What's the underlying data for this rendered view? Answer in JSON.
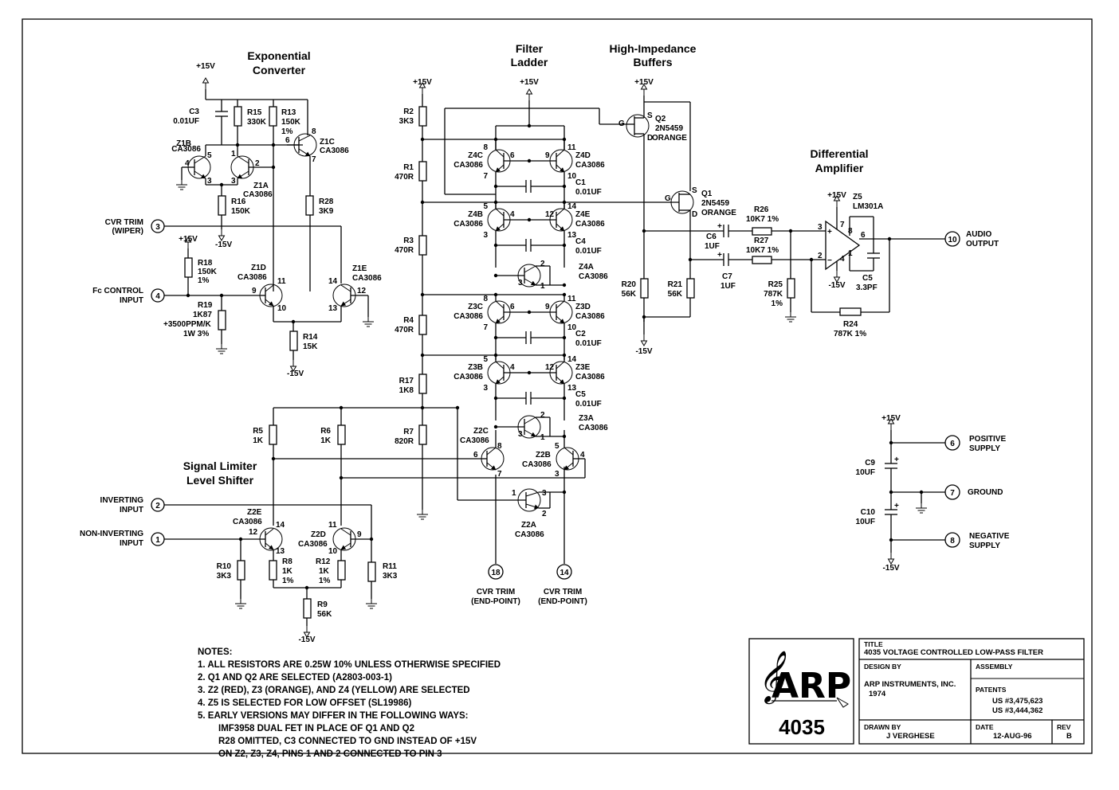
{
  "sections": {
    "exp_converter": [
      "Exponential",
      "Converter"
    ],
    "filter_ladder": [
      "Filter",
      "Ladder"
    ],
    "buffers": [
      "High-Impedance",
      "Buffers"
    ],
    "diff_amp": [
      "Differential",
      "Amplifier"
    ],
    "limiter": [
      "Signal Limiter",
      "Level Shifter"
    ]
  },
  "rails": {
    "pos": "+15V",
    "neg": "-15V"
  },
  "ports": [
    {
      "num": "3",
      "label": [
        "CVR TRIM",
        "(WIPER)"
      ]
    },
    {
      "num": "4",
      "label": [
        "Fc CONTROL",
        "INPUT"
      ]
    },
    {
      "num": "2",
      "label": [
        "INVERTING",
        "INPUT"
      ]
    },
    {
      "num": "1",
      "label": [
        "NON-INVERTING",
        "INPUT"
      ]
    },
    {
      "num": "18",
      "label": [
        "CVR TRIM",
        "(END-POINT)"
      ]
    },
    {
      "num": "14",
      "label": [
        "CVR TRIM",
        "(END-POINT)"
      ]
    },
    {
      "num": "10",
      "label": [
        "AUDIO",
        "OUTPUT"
      ]
    },
    {
      "num": "6",
      "label": [
        "POSITIVE",
        "SUPPLY"
      ]
    },
    {
      "num": "7",
      "label": [
        "GROUND"
      ]
    },
    {
      "num": "8",
      "label": [
        "NEGATIVE",
        "SUPPLY"
      ]
    }
  ],
  "transistors": [
    {
      "ref": "Z1B",
      "part": "CA3086"
    },
    {
      "ref": "Z1A",
      "part": "CA3086"
    },
    {
      "ref": "Z1C",
      "part": "CA3086"
    },
    {
      "ref": "Z1D",
      "part": "CA3086"
    },
    {
      "ref": "Z1E",
      "part": "CA3086"
    },
    {
      "ref": "Z4C",
      "part": "CA3086"
    },
    {
      "ref": "Z4D",
      "part": "CA3086"
    },
    {
      "ref": "Z4B",
      "part": "CA3086"
    },
    {
      "ref": "Z4E",
      "part": "CA3086"
    },
    {
      "ref": "Z4A",
      "part": "CA3086"
    },
    {
      "ref": "Z3C",
      "part": "CA3086"
    },
    {
      "ref": "Z3D",
      "part": "CA3086"
    },
    {
      "ref": "Z3B",
      "part": "CA3086"
    },
    {
      "ref": "Z3E",
      "part": "CA3086"
    },
    {
      "ref": "Z3A",
      "part": "CA3086"
    },
    {
      "ref": "Z2C",
      "part": "CA3086"
    },
    {
      "ref": "Z2B",
      "part": "CA3086"
    },
    {
      "ref": "Z2A",
      "part": "CA3086"
    },
    {
      "ref": "Z2E",
      "part": "CA3086"
    },
    {
      "ref": "Z2D",
      "part": "CA3086"
    },
    {
      "ref": "Q2",
      "part": "2N5459",
      "note": "ORANGE"
    },
    {
      "ref": "Q1",
      "part": "2N5459",
      "note": "ORANGE"
    },
    {
      "ref": "Z5",
      "part": "LM301A"
    }
  ],
  "resistors": [
    {
      "ref": "R15",
      "val": "330K"
    },
    {
      "ref": "R13",
      "val": "150K",
      "tol": "1%"
    },
    {
      "ref": "R16",
      "val": "150K"
    },
    {
      "ref": "R28",
      "val": "3K9"
    },
    {
      "ref": "R18",
      "val": "150K",
      "tol": "1%"
    },
    {
      "ref": "R19",
      "val": "1K87",
      "extra": [
        "+3500PPM/K",
        "1W  3%"
      ]
    },
    {
      "ref": "R14",
      "val": "15K"
    },
    {
      "ref": "R2",
      "val": "3K3"
    },
    {
      "ref": "R1",
      "val": "470R"
    },
    {
      "ref": "R3",
      "val": "470R"
    },
    {
      "ref": "R4",
      "val": "470R"
    },
    {
      "ref": "R17",
      "val": "1K8"
    },
    {
      "ref": "R7",
      "val": "820R"
    },
    {
      "ref": "R5",
      "val": "1K"
    },
    {
      "ref": "R6",
      "val": "1K"
    },
    {
      "ref": "R10",
      "val": "3K3"
    },
    {
      "ref": "R8",
      "val": "1K",
      "tol": "1%"
    },
    {
      "ref": "R12",
      "val": "1K",
      "tol": "1%"
    },
    {
      "ref": "R11",
      "val": "3K3"
    },
    {
      "ref": "R9",
      "val": "56K"
    },
    {
      "ref": "R20",
      "val": "56K"
    },
    {
      "ref": "R21",
      "val": "56K"
    },
    {
      "ref": "R26",
      "val": "10K7 1%"
    },
    {
      "ref": "R27",
      "val": "10K7 1%"
    },
    {
      "ref": "R25",
      "val": "787K",
      "tol": "1%"
    },
    {
      "ref": "R24",
      "val": "787K 1%"
    }
  ],
  "capacitors": [
    {
      "ref": "C3",
      "val": "0.01UF"
    },
    {
      "ref": "C1",
      "val": "0.01UF"
    },
    {
      "ref": "C4",
      "val": "0.01UF"
    },
    {
      "ref": "C2",
      "val": "0.01UF"
    },
    {
      "ref": "C5",
      "val": "0.01UF"
    },
    {
      "ref": "C6",
      "val": "1UF"
    },
    {
      "ref": "C7",
      "val": "1UF"
    },
    {
      "ref": "C5",
      "val": "3.3PF"
    },
    {
      "ref": "C9",
      "val": "10UF"
    },
    {
      "ref": "C10",
      "val": "10UF"
    }
  ],
  "notes": {
    "heading": "NOTES:",
    "lines": [
      "1. ALL RESISTORS ARE 0.25W 10% UNLESS OTHERWISE SPECIFIED",
      "2. Q1 AND Q2 ARE SELECTED (A2803-003-1)",
      "3. Z2 (RED), Z3 (ORANGE), AND Z4 (YELLOW) ARE SELECTED",
      "4. Z5 IS SELECTED FOR LOW OFFSET (SL19986)",
      "5. EARLY VERSIONS MAY DIFFER IN THE FOLLOWING WAYS:",
      "IMF3958 DUAL FET IN PLACE OF Q1 AND Q2",
      "R28 OMITTED, C3 CONNECTED TO GND INSTEAD OF +15V",
      "ON Z2, Z3, Z4, PINS 1 AND 2 CONNECTED TO PIN 3"
    ]
  },
  "logo": {
    "brand": "ARP",
    "model": "4035"
  },
  "title_block": {
    "title_label": "TITLE",
    "title": "4035  VOLTAGE CONTROLLED LOW-PASS FILTER",
    "design_label": "DESIGN BY",
    "design": "ARP INSTRUMENTS, INC.",
    "year": "1974",
    "assembly_label": "ASSEMBLY",
    "patents_label": "PATENTS",
    "patents": [
      "US #3,475,623",
      "US #3,444,362"
    ],
    "drawn_label": "DRAWN BY",
    "drawn": "J VERGHESE",
    "date_label": "DATE",
    "date": "12-AUG-96",
    "rev_label": "REV",
    "rev": "B"
  }
}
